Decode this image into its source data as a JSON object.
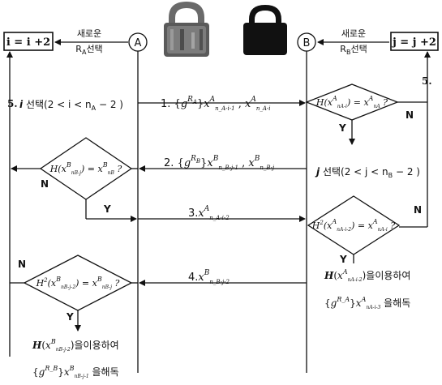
{
  "left_update": {
    "box": "i = i +2",
    "korean": "새로운",
    "sub_prefix": "R",
    "sub_index": "A",
    "sub_suffix": "선택"
  },
  "right_update": {
    "box": "j = j +2",
    "korean": "새로운",
    "sub_prefix": "R",
    "sub_index": "B",
    "sub_suffix": "선택"
  },
  "party_a": "A",
  "party_b": "B",
  "left_loop_label": "5.",
  "right_loop_label": "5.",
  "select_i": {
    "var": "i",
    "text": " 선택(2 < i < n",
    "index": "A",
    "tail": " − 2 )"
  },
  "select_j": {
    "var": "j",
    "text": " 선택(2 < j < n",
    "index": "B",
    "tail": " − 2 )"
  },
  "messages": [
    {
      "step": "1.",
      "text": "{g^{R_A}} x^A_{n_A−i−1} , x^A_{n_A−i}"
    },
    {
      "step": "2.",
      "text": "{g^{R_B}} x^B_{n_B−j−1} , x^B_{n_B−j}"
    },
    {
      "step": "3.",
      "text": "x^A_{n_A−i−2}"
    },
    {
      "step": "4.",
      "text": "x^B_{n_B−j−2}"
    }
  ],
  "decisions": [
    {
      "id": "right-check-1",
      "text": "H(x^A_{n_A−i}) = x^A_{n_A}  ?",
      "yes": "Y",
      "no": "N"
    },
    {
      "id": "left-check-1",
      "text": "H(x^B_{n_B−j}) = x^B_{n_B}  ?",
      "yes": "Y",
      "no": "N"
    },
    {
      "id": "right-check-2",
      "text": "H²(x^A_{n_A−i−2}) = x^A_{n_A−i}  ?",
      "yes": "Y",
      "no": "N"
    },
    {
      "id": "left-check-2",
      "text": "H²(x^B_{n_B−j−2}) = x^B_{n_B−j}  ?",
      "yes": "Y",
      "no": "N"
    }
  ],
  "right_result": {
    "line1": ")을이용하여",
    "line2": "을해독"
  },
  "left_result": {
    "line1": ")을이용하여",
    "line2": "을해독"
  },
  "icons": {
    "left_lock": "padlock-gray-icon",
    "right_lock": "padlock-black-icon"
  }
}
